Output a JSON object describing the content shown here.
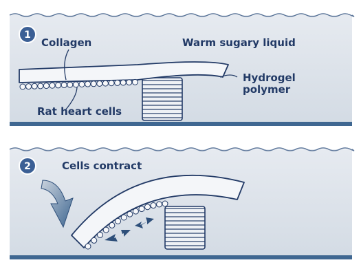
{
  "panels": [
    {
      "step": "1",
      "labels": {
        "collagen": "Collagen",
        "liquid": "Warm sugary liquid",
        "hydrogel_line1": "Hydrogel",
        "hydrogel_line2": "polymer",
        "cells": "Rat heart cells"
      }
    },
    {
      "step": "2",
      "labels": {
        "contract": "Cells contract"
      }
    }
  ],
  "colors": {
    "panel_bg": "#dde3ea",
    "ink": "#223a66",
    "water_line": "#5b7599",
    "base_stripe": "#3f6791",
    "badge": "#3b5f95"
  }
}
